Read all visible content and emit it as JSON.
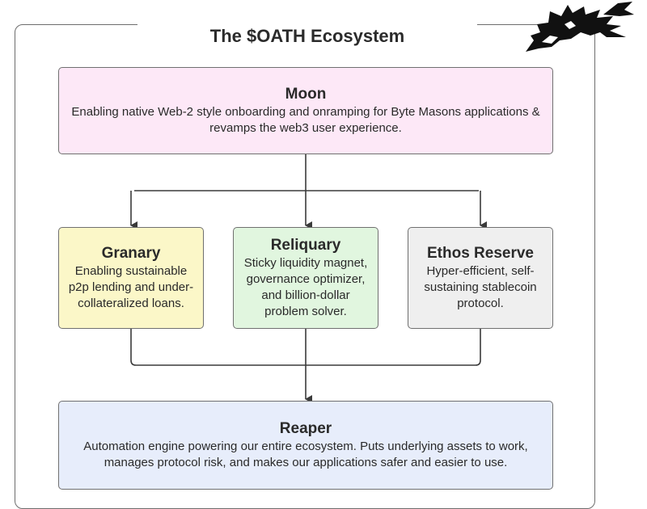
{
  "title": "The $OATH Ecosystem",
  "nodes": {
    "moon": {
      "name": "Moon",
      "desc": "Enabling native Web-2 style onboarding and onramping for Byte Masons applications & revamps the web3 user experience."
    },
    "granary": {
      "name": "Granary",
      "desc": "Enabling sustainable p2p lending and under-collateralized loans."
    },
    "reliquary": {
      "name": "Reliquary",
      "desc": "Sticky liquidity magnet, governance optimizer, and billion-dollar problem solver."
    },
    "ethos": {
      "name": "Ethos Reserve",
      "desc": "Hyper-efficient, self-sustaining stablecoin protocol."
    },
    "reaper": {
      "name": "Reaper",
      "desc": "Automation engine powering our entire ecosystem. Puts underlying assets to work, manages protocol risk, and makes our applications safer and easier to use."
    }
  },
  "colors": {
    "moon": "#fde8f7",
    "granary": "#fbf7c8",
    "reliquary": "#e1f6df",
    "ethos": "#efefef",
    "reaper": "#e7edfb",
    "line": "#3a3a3a"
  },
  "logo": {
    "icon": "dragon-logo-icon"
  }
}
